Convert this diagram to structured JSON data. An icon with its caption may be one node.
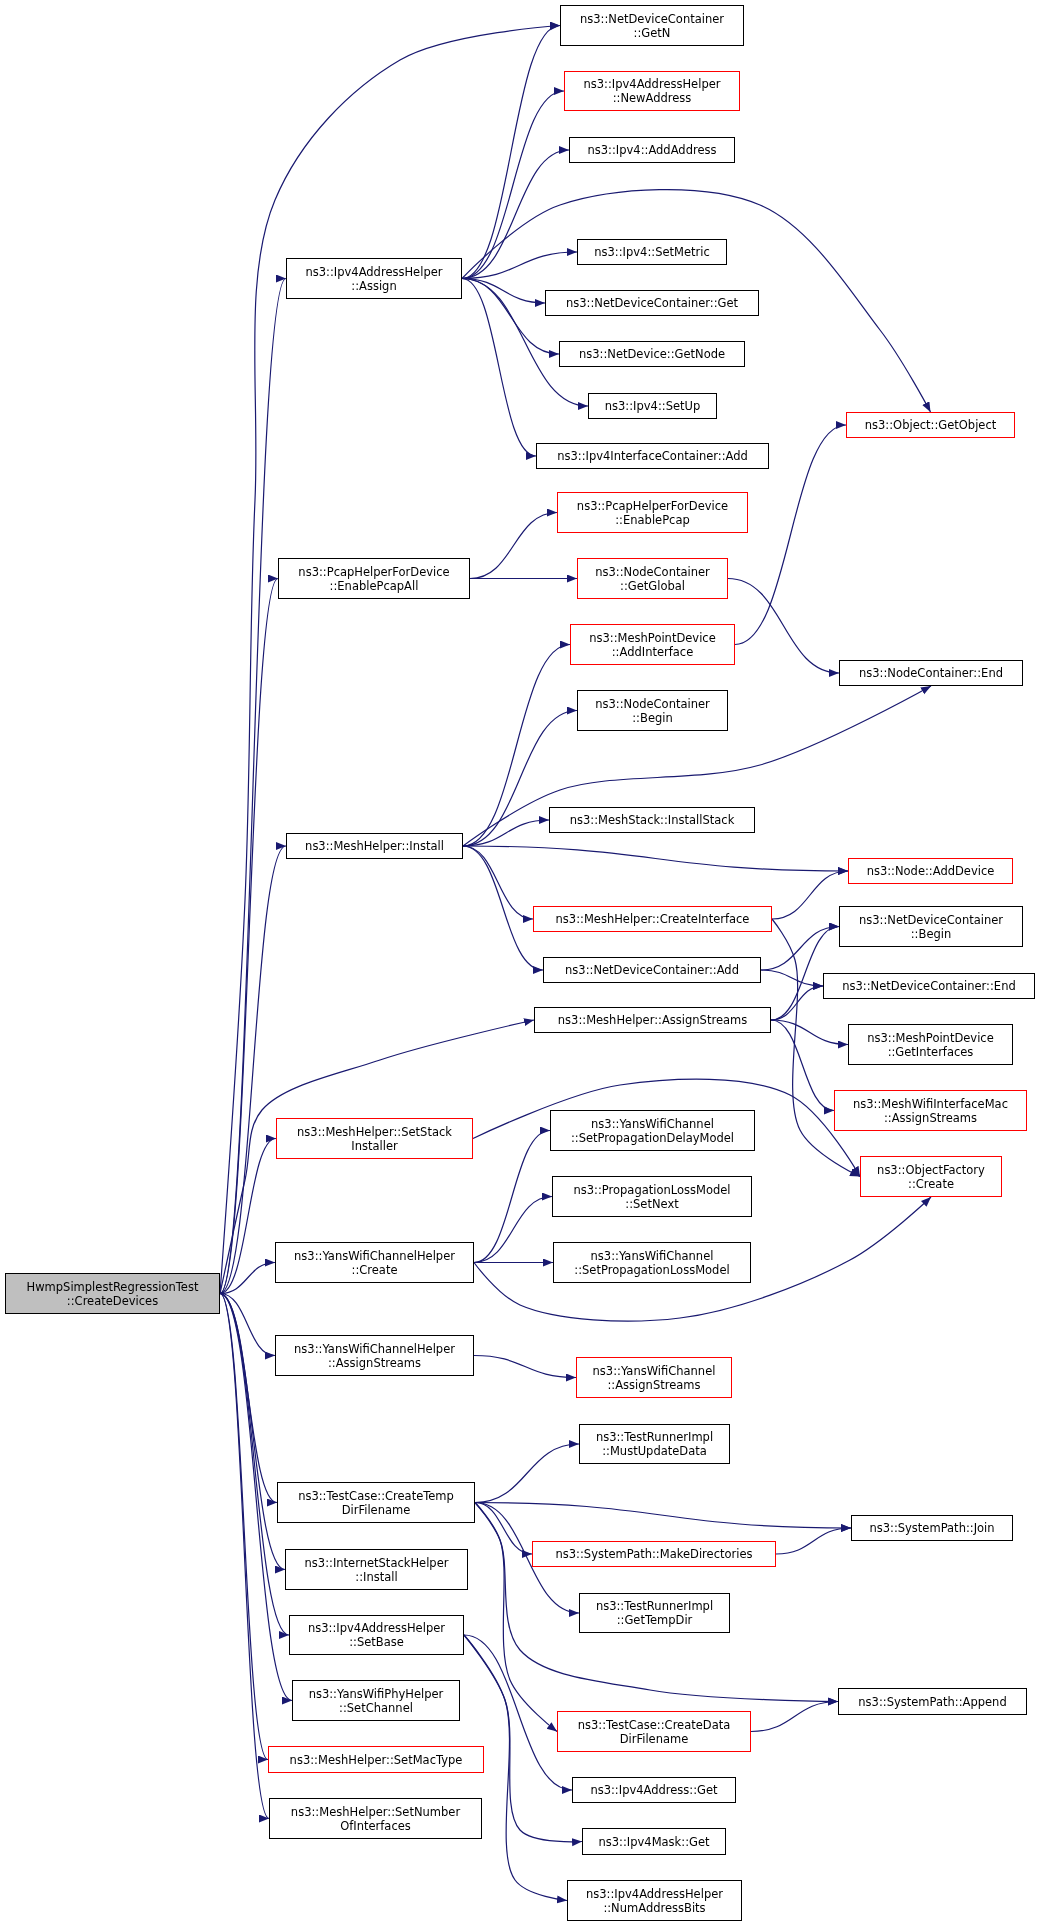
{
  "diagram": {
    "nodes": [
      {
        "text": [
          "HwmpSimplestRegressionTest ::CreateDevices"
        ]
      },
      {
        "text": [
          "ns3::Ipv4AddressHelper ::Assign"
        ]
      },
      {
        "text": [
          "ns3::PcapHelperForDevice ::EnablePcapAll"
        ]
      },
      {
        "text": [
          "ns3::MeshHelper::Install"
        ]
      },
      {
        "text": [
          "ns3::MeshHelper::AssignStreams"
        ]
      },
      {
        "text": [
          "ns3::MeshHelper::SetStack Installer"
        ]
      },
      {
        "text": [
          "ns3::YansWifiChannelHelper ::Create"
        ]
      },
      {
        "text": [
          "ns3::YansWifiChannelHelper ::AssignStreams"
        ]
      },
      {
        "text": [
          "ns3::TestCase::CreateTemp DirFilename"
        ]
      },
      {
        "text": [
          "ns3::InternetStackHelper ::Install"
        ]
      },
      {
        "text": [
          "ns3::Ipv4AddressHelper ::SetBase"
        ]
      },
      {
        "text": [
          "ns3::YansWifiPhyHelper ::SetChannel"
        ]
      },
      {
        "text": [
          "ns3::MeshHelper::SetMacType"
        ]
      },
      {
        "text": [
          "ns3::MeshHelper::SetNumber OfInterfaces"
        ]
      },
      {
        "text": [
          "ns3::NetDeviceContainer ::GetN"
        ]
      },
      {
        "text": [
          "ns3::Ipv4AddressHelper ::NewAddress"
        ]
      },
      {
        "text": [
          "ns3::Ipv4::AddAddress"
        ]
      },
      {
        "text": [
          "ns3::Ipv4::SetMetric"
        ]
      },
      {
        "text": [
          "ns3::NetDeviceContainer::Get"
        ]
      },
      {
        "text": [
          "ns3::NetDevice::GetNode"
        ]
      },
      {
        "text": [
          "ns3::Ipv4::SetUp"
        ]
      },
      {
        "text": [
          "ns3::Ipv4InterfaceContainer::Add"
        ]
      },
      {
        "text": [
          "ns3::PcapHelperForDevice ::EnablePcap"
        ]
      },
      {
        "text": [
          "ns3::NodeContainer ::GetGlobal"
        ]
      },
      {
        "text": [
          "ns3::MeshPointDevice ::AddInterface"
        ]
      },
      {
        "text": [
          "ns3::NodeContainer ::Begin"
        ]
      },
      {
        "text": [
          "ns3::MeshStack::InstallStack"
        ]
      },
      {
        "text": [
          "ns3::MeshHelper::CreateInterface"
        ]
      },
      {
        "text": [
          "ns3::NetDeviceContainer::Add"
        ]
      },
      {
        "text": [
          "ns3::YansWifiChannel ::SetPropagationDelayModel"
        ]
      },
      {
        "text": [
          "ns3::PropagationLossModel ::SetNext"
        ]
      },
      {
        "text": [
          "ns3::YansWifiChannel ::SetPropagationLossModel"
        ]
      },
      {
        "text": [
          "ns3::YansWifiChannel ::AssignStreams"
        ]
      },
      {
        "text": [
          "ns3::TestRunnerImpl ::MustUpdateData"
        ]
      },
      {
        "text": [
          "ns3::SystemPath::MakeDirectories"
        ]
      },
      {
        "text": [
          "ns3::TestRunnerImpl ::GetTempDir"
        ]
      },
      {
        "text": [
          "ns3::TestCase::CreateData DirFilename"
        ]
      },
      {
        "text": [
          "ns3::Ipv4Address::Get"
        ]
      },
      {
        "text": [
          "ns3::Ipv4Mask::Get"
        ]
      },
      {
        "text": [
          "ns3::Ipv4AddressHelper ::NumAddressBits"
        ]
      },
      {
        "text": [
          "ns3::Object::GetObject"
        ]
      },
      {
        "text": [
          "ns3::NodeContainer::End"
        ]
      },
      {
        "text": [
          "ns3::Node::AddDevice"
        ]
      },
      {
        "text": [
          "ns3::NetDeviceContainer ::Begin"
        ]
      },
      {
        "text": [
          "ns3::NetDeviceContainer::End"
        ]
      },
      {
        "text": [
          "ns3::MeshPointDevice ::GetInterfaces"
        ]
      },
      {
        "text": [
          "ns3::MeshWifiInterfaceMac ::AssignStreams"
        ]
      },
      {
        "text": [
          "ns3::ObjectFactory ::Create"
        ]
      },
      {
        "text": [
          "ns3::SystemPath::Join"
        ]
      },
      {
        "text": [
          "ns3::SystemPath::Append"
        ]
      }
    ],
    "edges": [
      {
        "from": 0,
        "to": 14,
        "arrow": "to"
      },
      {
        "from": 0,
        "to": 1,
        "arrow": "to"
      },
      {
        "from": 0,
        "to": 2,
        "arrow": "to"
      },
      {
        "from": 0,
        "to": 3,
        "arrow": "to"
      },
      {
        "from": 0,
        "to": 4,
        "arrow": "to"
      },
      {
        "from": 0,
        "to": 5,
        "arrow": "to"
      },
      {
        "from": 0,
        "to": 6,
        "arrow": "to"
      },
      {
        "from": 0,
        "to": 7,
        "arrow": "to"
      },
      {
        "from": 0,
        "to": 8,
        "arrow": "to"
      },
      {
        "from": 0,
        "to": 9,
        "arrow": "to"
      },
      {
        "from": 0,
        "to": 10,
        "arrow": "to"
      },
      {
        "from": 0,
        "to": 11,
        "arrow": "to"
      },
      {
        "from": 0,
        "to": 12,
        "arrow": "to"
      },
      {
        "from": 0,
        "to": 13,
        "arrow": "to"
      },
      {
        "from": 1,
        "to": 14,
        "arrow": "to"
      },
      {
        "from": 1,
        "to": 15,
        "arrow": "to"
      },
      {
        "from": 1,
        "to": 16,
        "arrow": "to"
      },
      {
        "from": 1,
        "to": 40,
        "arrow": "to"
      },
      {
        "from": 1,
        "to": 17,
        "arrow": "to"
      },
      {
        "from": 1,
        "to": 18,
        "arrow": "to"
      },
      {
        "from": 1,
        "to": 19,
        "arrow": "to"
      },
      {
        "from": 1,
        "to": 20,
        "arrow": "to"
      },
      {
        "from": 1,
        "to": 21,
        "arrow": "to"
      },
      {
        "from": 2,
        "to": 22,
        "arrow": "to"
      },
      {
        "from": 2,
        "to": 23,
        "arrow": "to"
      },
      {
        "from": 23,
        "to": 41,
        "arrow": "to"
      },
      {
        "from": 24,
        "to": 40,
        "arrow": "to"
      },
      {
        "from": 3,
        "to": 24,
        "arrow": "to"
      },
      {
        "from": 3,
        "to": 25,
        "arrow": "to"
      },
      {
        "from": 3,
        "to": 41,
        "arrow": "to"
      },
      {
        "from": 3,
        "to": 26,
        "arrow": "to"
      },
      {
        "from": 3,
        "to": 42,
        "arrow": "to"
      },
      {
        "from": 3,
        "to": 27,
        "arrow": "to"
      },
      {
        "from": 3,
        "to": 28,
        "arrow": "to"
      },
      {
        "from": 27,
        "to": 42,
        "arrow": "to"
      },
      {
        "from": 27,
        "to": 47,
        "arrow": "to"
      },
      {
        "from": 28,
        "to": 43,
        "arrow": "to"
      },
      {
        "from": 28,
        "to": 44,
        "arrow": "to"
      },
      {
        "from": 4,
        "to": 43,
        "arrow": "to"
      },
      {
        "from": 4,
        "to": 44,
        "arrow": "to"
      },
      {
        "from": 4,
        "to": 45,
        "arrow": "to"
      },
      {
        "from": 4,
        "to": 46,
        "arrow": "to"
      },
      {
        "from": 5,
        "to": 47,
        "arrow": "to"
      },
      {
        "from": 6,
        "to": 29,
        "arrow": "to"
      },
      {
        "from": 6,
        "to": 30,
        "arrow": "to"
      },
      {
        "from": 6,
        "to": 31,
        "arrow": "to"
      },
      {
        "from": 6,
        "to": 47,
        "arrow": "to"
      },
      {
        "from": 7,
        "to": 32,
        "arrow": "to"
      },
      {
        "from": 8,
        "to": 33,
        "arrow": "to"
      },
      {
        "from": 8,
        "to": 48,
        "arrow": "to"
      },
      {
        "from": 8,
        "to": 34,
        "arrow": "to"
      },
      {
        "from": 8,
        "to": 35,
        "arrow": "to"
      },
      {
        "from": 8,
        "to": 49,
        "arrow": "to"
      },
      {
        "from": 8,
        "to": 36,
        "arrow": "to"
      },
      {
        "from": 34,
        "to": 48,
        "arrow": "to"
      },
      {
        "from": 36,
        "to": 49,
        "arrow": "to"
      },
      {
        "from": 10,
        "to": 37,
        "arrow": "to"
      },
      {
        "from": 10,
        "to": 38,
        "arrow": "to"
      },
      {
        "from": 10,
        "to": 39,
        "arrow": "to"
      }
    ]
  }
}
